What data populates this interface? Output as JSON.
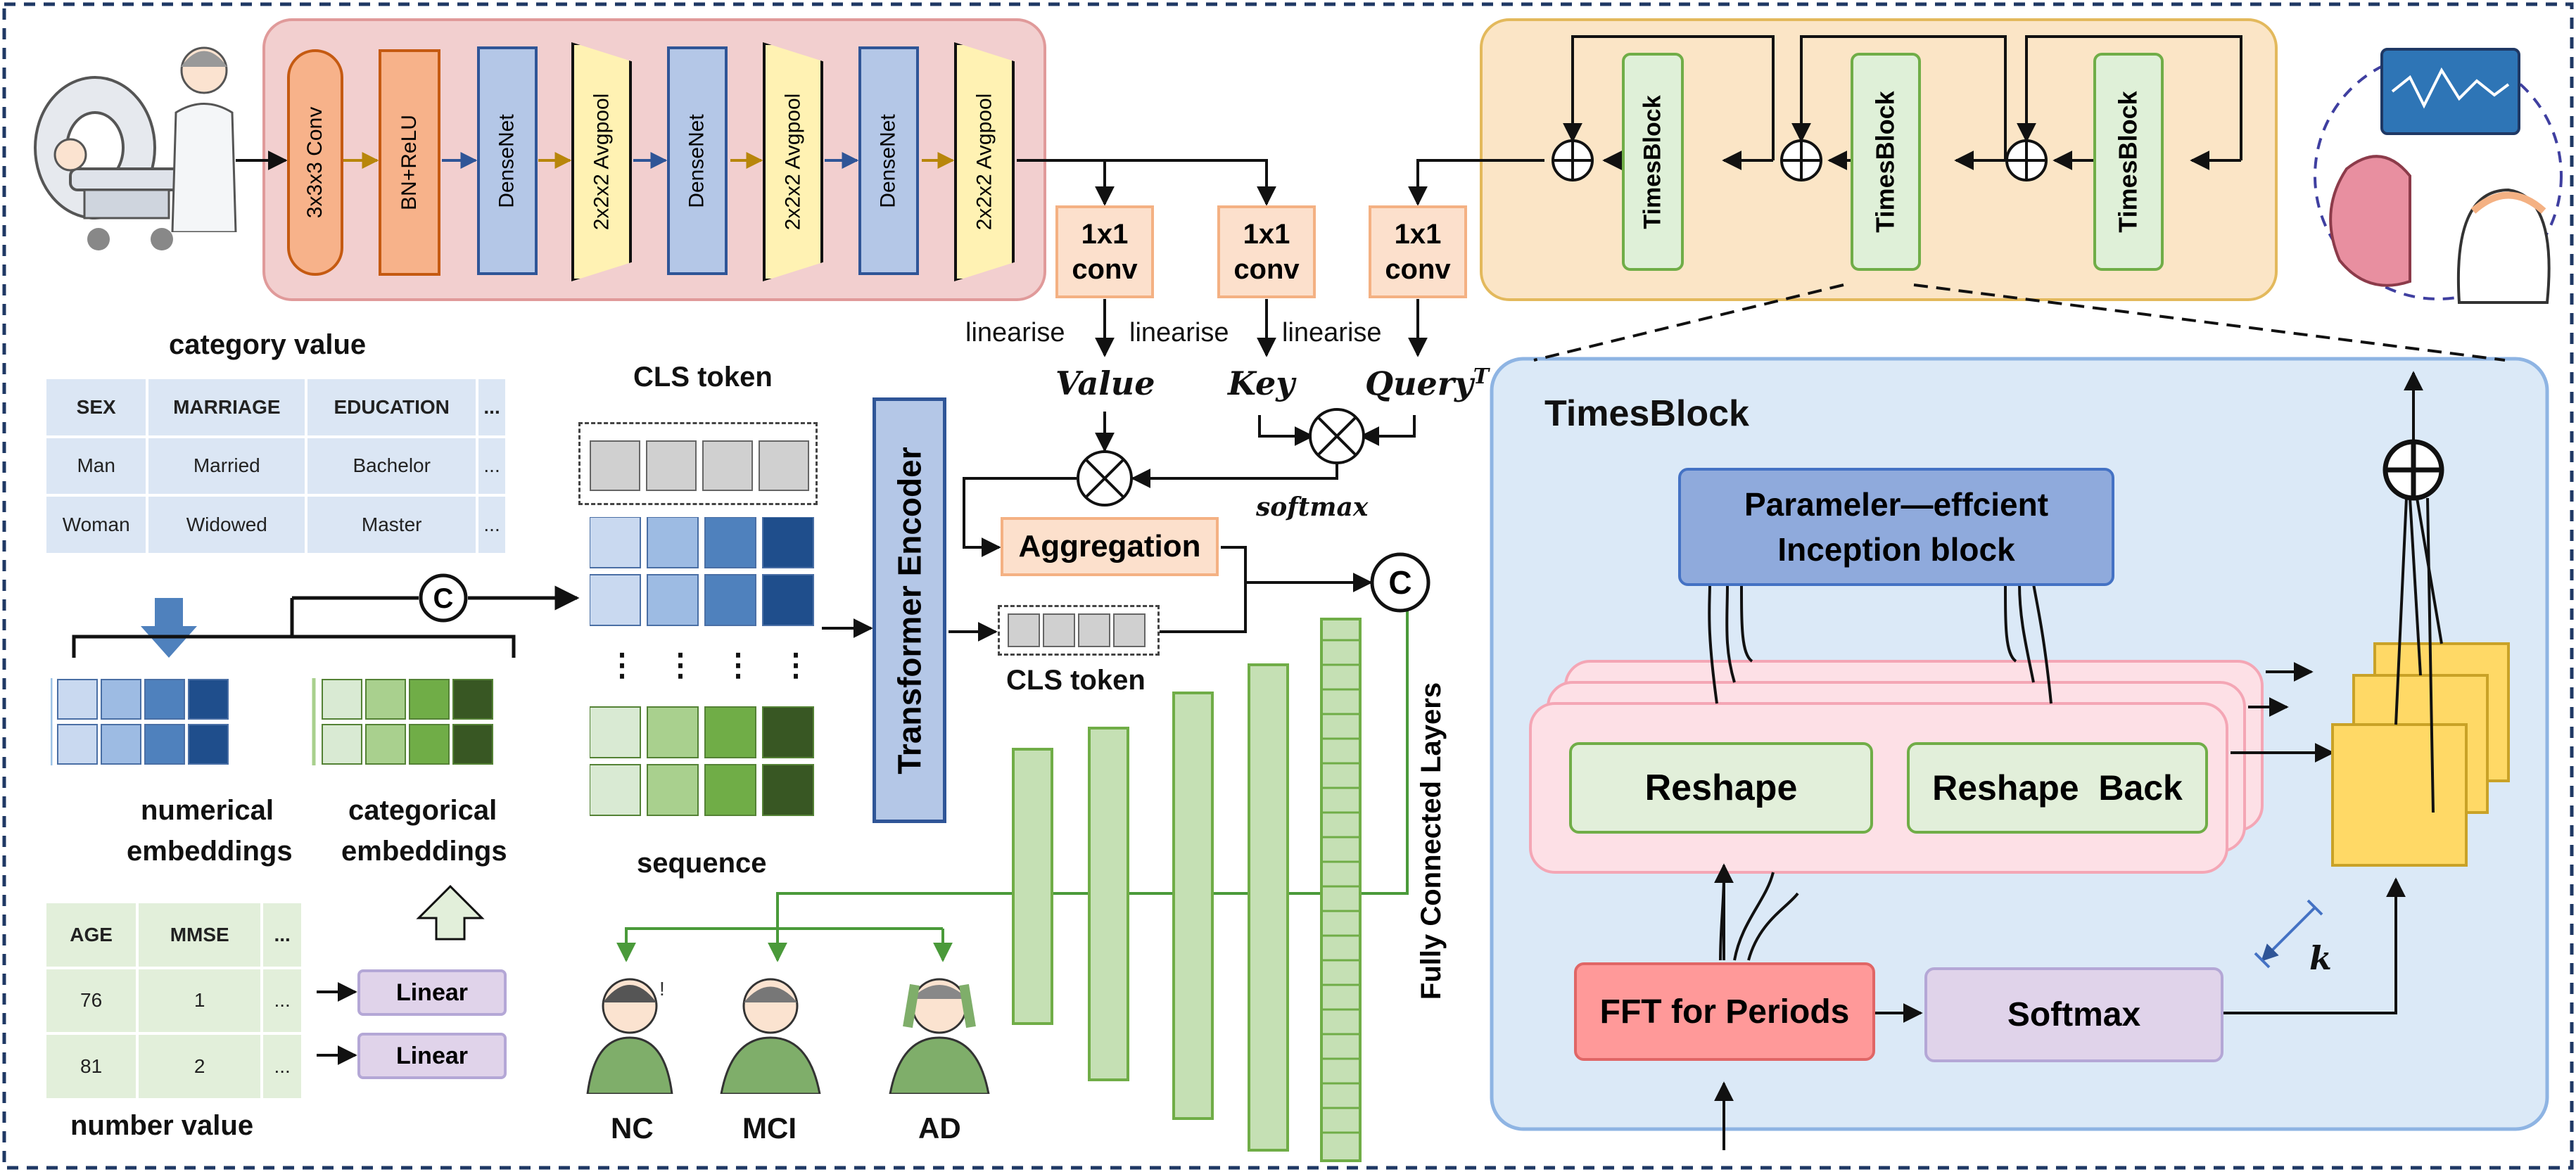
{
  "encoder": {
    "conv": "3x3x3 Conv",
    "bn": "BN+ReLU",
    "dense": "DenseNet",
    "avgpool": "2x2x2 Avgpool"
  },
  "attention": {
    "conv_label": "1x1\nconv",
    "conv1": "1x1",
    "conv2": "conv",
    "linearise": "linearise",
    "value": "Value",
    "key": "Key",
    "query": "Query",
    "query_sup": "T",
    "softmax": "softmax",
    "aggregation": "Aggregation",
    "concat": "C"
  },
  "timesblock_chain": {
    "block": "TimesBlock"
  },
  "category_table": {
    "title": "category value",
    "headers": [
      "SEX",
      "MARRIAGE",
      "EDUCATION",
      "..."
    ],
    "rows": [
      [
        "Man",
        "Married",
        "Bachelor",
        "..."
      ],
      [
        "Woman",
        "Widowed",
        "Master",
        "..."
      ]
    ]
  },
  "number_table": {
    "title": "number value",
    "headers": [
      "AGE",
      "MMSE",
      "..."
    ],
    "rows": [
      [
        "76",
        "1",
        "..."
      ],
      [
        "81",
        "2",
        "..."
      ]
    ]
  },
  "embeddings": {
    "numerical_1": "numerical",
    "numerical_2": "embeddings",
    "categorical_1": "categorical",
    "categorical_2": "embeddings",
    "linear": "Linear",
    "concat": "C"
  },
  "sequence": {
    "cls_token": "CLS token",
    "label": "sequence",
    "dots": "⋮"
  },
  "transformer": {
    "label": "Transformer  Encoder",
    "cls_token": "CLS token"
  },
  "fc": {
    "label": "Fully Connected Layers"
  },
  "outcomes": {
    "nc": "NC",
    "mci": "MCI",
    "ad": "AD"
  },
  "timesblock_detail": {
    "title": "TimesBlock",
    "inception_1": "Parameler—effcient",
    "inception_2": "Inception block",
    "reshape": "Reshape",
    "reshape_back": "Reshape  Back",
    "fft": "FFT for Periods",
    "softmax": "Softmax",
    "k": "k"
  },
  "colors": {
    "encoder_bg": "#f2cfcf",
    "encoder_border": "#e09a9a",
    "conv_fill": "#f7b28a",
    "dense_fill": "#b4c7e7",
    "avgpool_fill": "#fff2b3",
    "small_conv_fill": "#fce0cc",
    "small_conv_border": "#f4b183",
    "times_chain_bg": "#fbe5c6",
    "times_chain_border": "#e3b95c",
    "timesblock_fill": "#dff0d8",
    "timesblock_border": "#70ad47",
    "detail_bg": "#dbe9f7",
    "detail_border": "#8eb4e3",
    "inception_fill": "#8faadc",
    "reshape_fill": "#e2efda",
    "pink_fill": "#fde0e6",
    "pink_border": "#f4a6b5",
    "fft_fill": "#ff9999",
    "softmax_fill": "#e0d3ea",
    "yellow_fill": "#ffd966",
    "yellow_border": "#c9a227",
    "fc_fill": "#c5e0b4",
    "fc_border": "#70ad47",
    "table_blue": "#dbe6f4",
    "table_green": "#e2efda",
    "transformer_fill": "#b4c7e7",
    "transformer_border": "#2f5597",
    "dashed_frame": "#1f3864"
  },
  "icons": [
    "mri-scanner-icon",
    "doctor-icon",
    "brain-eeg-icon",
    "patient-nc-icon",
    "patient-mci-icon",
    "patient-ad-icon"
  ]
}
